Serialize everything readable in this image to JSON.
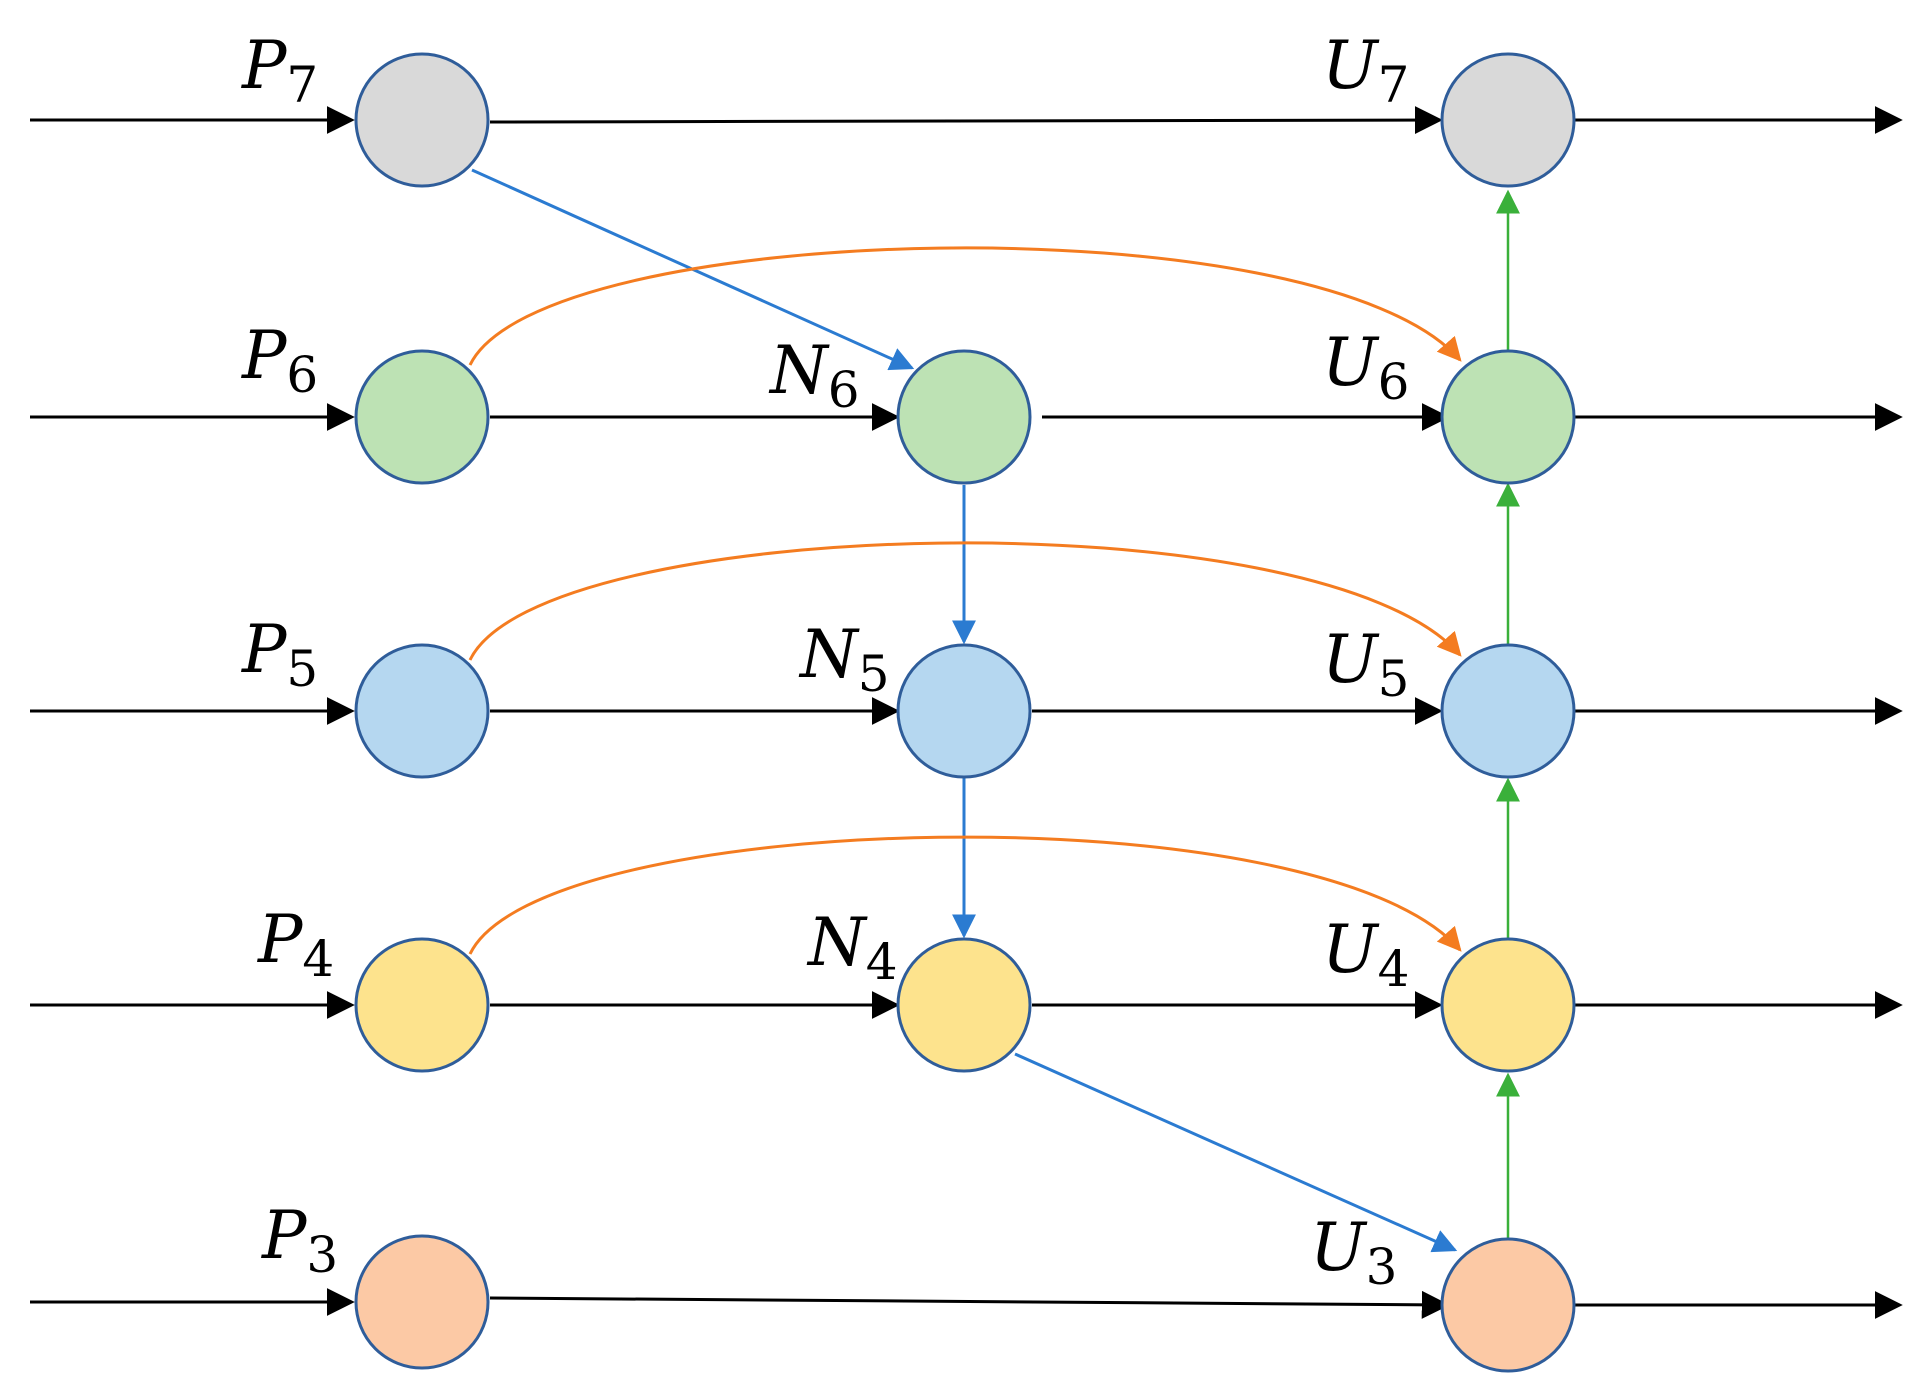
{
  "colors": {
    "level7": "#d9d9d9",
    "level6": "#bde2b4",
    "level5": "#b5d7f0",
    "level4": "#fde38d",
    "level3": "#fcc9a5",
    "node_stroke": "#2f5d9a",
    "main_arrow": "#000000",
    "blue_arrow": "#2b7bd1",
    "orange_arrow": "#f47c20",
    "green_arrow": "#3ab03a"
  },
  "labels": {
    "P7": {
      "base": "P",
      "sub": "7"
    },
    "P6": {
      "base": "P",
      "sub": "6"
    },
    "P5": {
      "base": "P",
      "sub": "5"
    },
    "P4": {
      "base": "P",
      "sub": "4"
    },
    "P3": {
      "base": "P",
      "sub": "3"
    },
    "N6": {
      "base": "N",
      "sub": "6"
    },
    "N5": {
      "base": "N",
      "sub": "5"
    },
    "N4": {
      "base": "N",
      "sub": "4"
    },
    "U7": {
      "base": "U",
      "sub": "7"
    },
    "U6": {
      "base": "U",
      "sub": "6"
    },
    "U5": {
      "base": "U",
      "sub": "5"
    },
    "U4": {
      "base": "U",
      "sub": "4"
    },
    "U3": {
      "base": "U",
      "sub": "3"
    }
  }
}
